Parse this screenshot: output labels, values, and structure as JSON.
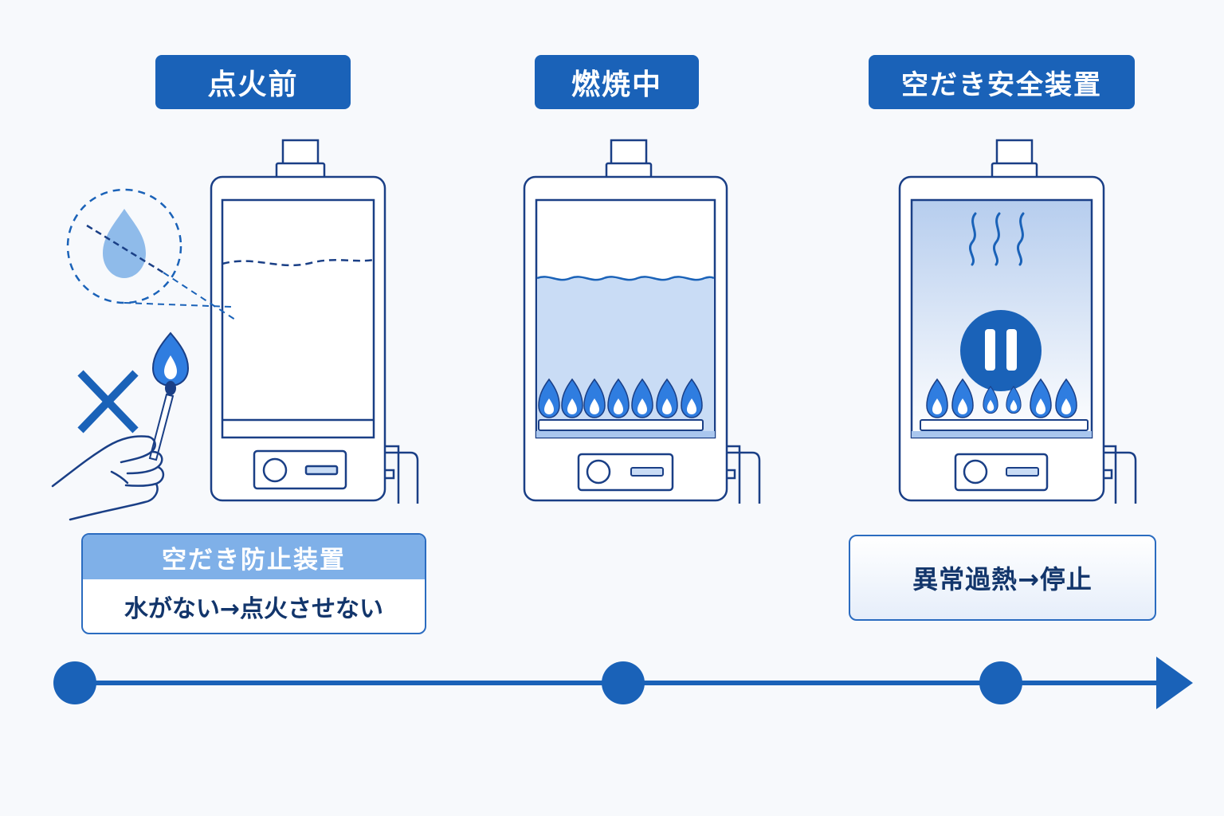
{
  "stages": [
    {
      "title": "点火前"
    },
    {
      "title": "燃焼中"
    },
    {
      "title": "空だき安全装置"
    }
  ],
  "captions": {
    "prevention": {
      "heading": "空だき防止装置",
      "text": "水がない→点火させない"
    },
    "overheat": {
      "text": "異常過熱→停止"
    }
  },
  "colors": {
    "primary": "#1a62b8",
    "outline": "#1a3f86",
    "water": "#c9dcf5",
    "flame": "#2f7de0",
    "background": "#f7f9fc"
  },
  "icons": [
    "no-water-drop-icon",
    "match-flame-icon",
    "cross-icon",
    "hand-icon",
    "flame-icon",
    "pause-icon",
    "steam-icon",
    "timeline-arrow-icon"
  ]
}
